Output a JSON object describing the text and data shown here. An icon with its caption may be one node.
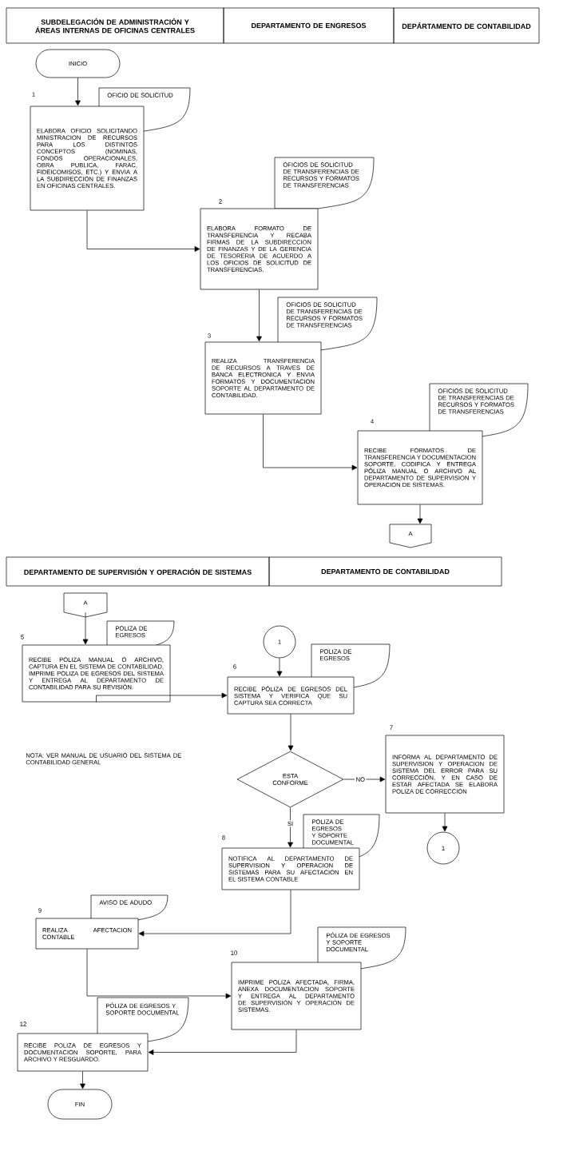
{
  "diagram": {
    "nodes": [
      {
        "text": [
          "SUBDELEGACIÓN DE ADMINISTRACIÓN Y ÁREAS INTERNAS DE OFICINAS CENTRALES"
        ]
      },
      {
        "text": [
          "DEPARTAMENTO DE ENGRESOS"
        ]
      },
      {
        "text": [
          "DEPÁRTAMENTO DE CONTABILIDAD"
        ]
      },
      {
        "text": [
          "INICIO"
        ]
      },
      {
        "text": [
          "OFICIO DE SOLICITUD"
        ]
      },
      {
        "text": [
          "ELABORA OFICIO SOLICITANDO MINISTRACION DE RECURSOS PARA LOS DISTINTOS CONCEPTOS (NOMINAS, FONDOS OPERACIONALES, OBRA PUBLICA, FARAC, FIDEICOMISOS, ETC.) Y ENVIA A LA SUBDIRECCION DE FINANZAS EN OFICINAS CENTRALES."
        ],
        "beside": [
          "1"
        ]
      },
      {
        "text": [
          "OFICIOS DE SOLICITUD DE TRANSFERENCIAS DE RECURSOS Y FORMATOS DE TRANSFERENCIAS"
        ]
      },
      {
        "text": [
          "ELABORA FORMATO DE TRANSFERENCIA Y RECABA FIRMAS DE LA SUBDIRECCION DE FINANZAS Y DE LA GERENCIA DE TESORERIA DE ACUERDO A LOS OFICIOS DE SOLICITUD DE TRANSFERENCIAS."
        ],
        "beside": [
          "2"
        ]
      },
      {
        "text": [
          "OFICIOS DE SOLICITUD DE TRANSFERENCIAS DE RECURSOS Y FORMATOS DE TRANSFERENCIAS"
        ]
      },
      {
        "text": [
          "REALIZA TRANSFERENCIA DE RECURSOS A TRAVES DE BANCA ELECTRONICA Y ENVIA FORMATOS Y DOCUMENTACION SOPORTE AL DEPARTAMENTO DE CONTABILIDAD."
        ],
        "beside": [
          "3"
        ]
      },
      {
        "text": [
          "OFICIOS DE SOLICITUD DE TRANSFERENCIAS DE RECURSOS Y FORMATOS DE TRANSFERENCIAS"
        ]
      },
      {
        "text": [
          "RECIBE FORMATOS DE TRANSFERENCIA Y DOCUMENTACION SOPORTE, CODIFICA Y ENTREGA PÓLIZA MANUAL O ARCHIVO AL DEPARTAMENTO DE SUPERVISION Y OPERACION DE SISTEMAS."
        ],
        "beside": [
          "4"
        ]
      },
      {
        "text": [
          "A"
        ]
      },
      {
        "text": [
          "DEPARTAMENTO DE SUPERVISIÓN Y OPERACIÓN DE SISTEMAS"
        ]
      },
      {
        "text": [
          "DEPARTAMENTO DE CONTABILIDAD"
        ]
      },
      {
        "text": [
          "A"
        ]
      },
      {
        "text": [
          "POLIZA DE EGRESOS"
        ]
      },
      {
        "text": [
          "RECIBE POLIZA MANUAL O ARCHIVO, CAPTURA EN EL SISTEMA DE CONTABILIDAD, IMPRIME POLIZA DE EGRESOS DEL SISTEMA Y ENTREGA AL DEPARTAMENTO DE CONTABILIDAD PARA SU REVISIÓN."
        ],
        "beside": [
          "5"
        ]
      },
      {
        "text": [
          "1"
        ]
      },
      {
        "text": [
          "POLIZA DE EGRESOS"
        ]
      },
      {
        "text": [
          "RECIBE PÓLIZA DE EGRESOS DEL SISTEMA Y VERIFICA QUE SU CAPTURA SEA CORRECTA"
        ],
        "beside": [
          "6"
        ]
      },
      {
        "text": [
          "INFORMA AL DEPARTAMENTO DE SUPERVISION Y OPERACION DE SISTEMA DEL ERROR PARA SU CORRECCIÓN, Y EN CASO DE ESTAR AFECTADA SE ELABORA POLIZA DE CORRECCION"
        ],
        "beside": [
          "7"
        ]
      },
      {
        "text": [
          "ESTA CONFORME"
        ]
      },
      {
        "text": [
          "1"
        ]
      },
      {
        "text": [
          "POLIZA DE EGRESOS Y SOPORTE DOCUMENTAL"
        ]
      },
      {
        "text": [
          "NOTIFICA AL DEPARTAMENTO DE SUPERVISION Y OPERACION DE SISTEMAS PARA SU AFECTACION EN EL SISTEMA CONTABLE"
        ],
        "beside": [
          "8"
        ]
      },
      {
        "text": [
          "AVISO DE ADUDO"
        ]
      },
      {
        "text": [
          "REALIZA AFECTACION CONTABLE"
        ],
        "beside": [
          "9"
        ]
      },
      {
        "text": [
          "PÓLIZA DE EGRESOS Y SOPORTE DOCUMENTAL"
        ]
      },
      {
        "text": [
          "IMPRIME POLIZA AFECTADA, FIRMA, ANEXA DOCUMENTACION SOPORTE Y ENTREGA AL DEPARTAMENTO DE SUPERVISIÓN Y OPERACIÓN DE SISTEMAS."
        ],
        "beside": [
          "10"
        ]
      },
      {
        "text": [
          "PÓLIZA DE EGRESOS Y SOPORTE DOCUMENTAL"
        ]
      },
      {
        "text": [
          "RECIBE POLIZA DE EGRESOS Y DOCUMENTACION SOPORTE, PARA ARCHIVO Y RESGUARDO."
        ],
        "beside": [
          "12"
        ]
      },
      {
        "text": [
          "FIN"
        ]
      }
    ],
    "edges": [
      {
        "from": 3,
        "to": 5,
        "arrow": "to"
      },
      {
        "from": 5,
        "to": 7,
        "arrow": "to"
      },
      {
        "from": 7,
        "to": 9,
        "arrow": "to"
      },
      {
        "from": 9,
        "to": 11,
        "arrow": "to"
      },
      {
        "from": 11,
        "to": 12,
        "arrow": "to"
      },
      {
        "from": 15,
        "to": 17,
        "arrow": "to"
      },
      {
        "from": 17,
        "to": 20,
        "arrow": "to"
      },
      {
        "from": 18,
        "to": 20,
        "arrow": "to"
      },
      {
        "from": 20,
        "to": 22,
        "arrow": "to"
      },
      {
        "from": 22,
        "to": 21,
        "label": "NO",
        "arrow": "to"
      },
      {
        "from": 21,
        "to": 23,
        "arrow": "to"
      },
      {
        "from": 22,
        "to": 25,
        "label": "SI",
        "arrow": "to"
      },
      {
        "from": 25,
        "to": 27,
        "arrow": "to"
      },
      {
        "from": 27,
        "to": 29,
        "arrow": "to"
      },
      {
        "from": 29,
        "to": 31,
        "arrow": "to"
      },
      {
        "from": 31,
        "to": 32,
        "arrow": "to"
      }
    ],
    "labels": [
      "NOTA: VER MANUAL DE USUARIO DEL SISTEMA DE CONTABILIDAD GENERAL"
    ]
  }
}
